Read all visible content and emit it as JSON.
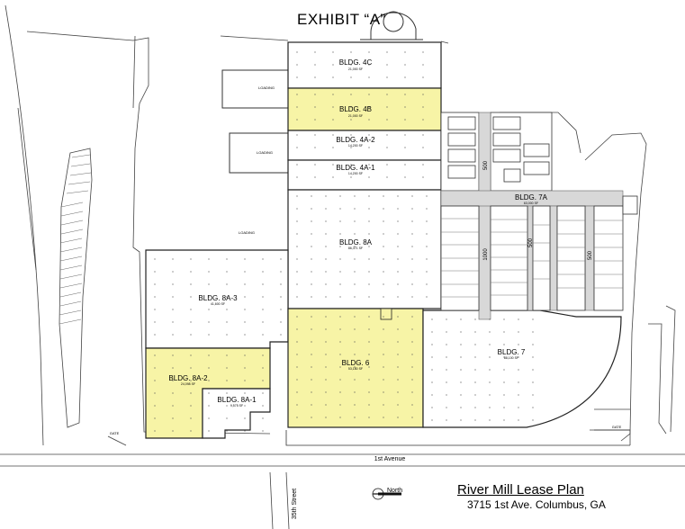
{
  "exhibit_title": "EXHIBIT “A”",
  "buildings": {
    "b4c": {
      "name": "BLDG. 4C",
      "area": "21,000 SF"
    },
    "b4b": {
      "name": "BLDG. 4B",
      "area": "21,000 SF"
    },
    "b4a2": {
      "name": "BLDG. 4A-2",
      "area": "14,200 SF"
    },
    "b4a1": {
      "name": "BLDG. 4A-1",
      "area": "14,200 SF"
    },
    "b8a": {
      "name": "BLDG. 8A",
      "area": "86,371 SF"
    },
    "b8a3": {
      "name": "BLDG. 8A-3",
      "area": "41,600 SF"
    },
    "b8a2": {
      "name": "BLDG. 8A-2",
      "area": "24,098 SF"
    },
    "b8a1": {
      "name": "BLDG. 8A-1",
      "area": "9,575 SF"
    },
    "b6": {
      "name": "BLDG. 6",
      "area": "53,180 SF"
    },
    "b7": {
      "name": "BLDG. 7",
      "area": "88,100 SF"
    },
    "b7a": {
      "name": "BLDG. 7A",
      "area": "63,000 SF"
    }
  },
  "loading_labels": [
    "LOADING",
    "LOADING",
    "LOADING"
  ],
  "gate_labels": [
    "GATE",
    "GATE"
  ],
  "corridor_labels": [
    "500",
    "1000",
    "500",
    "500"
  ],
  "streets": {
    "avenue": "1st Avenue",
    "street": "35th Street"
  },
  "north_label": "North",
  "legend": {
    "title": "River Mill Lease Plan",
    "address": "3715 1st Ave. Columbus, GA"
  },
  "colors": {
    "leased_highlight": "#f7f4a6",
    "line": "#222222",
    "background": "#ffffff"
  }
}
